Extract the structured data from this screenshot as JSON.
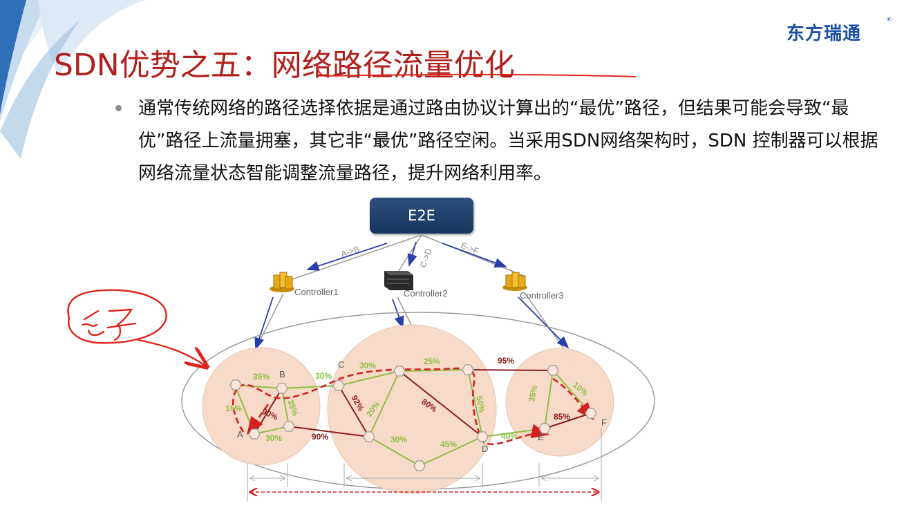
{
  "slide": {
    "title_prefix": "SDN优势之五：",
    "title_main": "网络路径流量优化",
    "bullet": "通常传统网络的路径选择依据是通过路由协议计算出的“最优”路径，但结果可能会导致“最优”路径上流量拥塞，其它非“最优”路径空闲。当采用SDN网络架构时，SDN 控制器可以根据网络流量状态智能调整流量路径，提升网络利用率。",
    "logo_text": "东方瑞通",
    "logo_reg": "®"
  },
  "diagram": {
    "e2e_label": "E2E",
    "arrow_labels": {
      "ab": "A->B",
      "cd": "C->D",
      "ef": "E->F"
    },
    "controllers": [
      "Controller1",
      "Controller2",
      "Controller3"
    ],
    "node_labels": {
      "A": "A",
      "B": "B",
      "C": "C",
      "D": "D",
      "E": "E",
      "F": "F"
    },
    "link_labels": {
      "l35_top": "35%",
      "l15": "15%",
      "l90_mid": "90%",
      "l35_right": "35%",
      "l30_bottom": "30%",
      "l30_ab_c": "30%",
      "l90_bottom": "90%",
      "l30_c": "30%",
      "l25": "25%",
      "l92": "92%",
      "l20": "20%",
      "l80": "80%",
      "l50": "50%",
      "l30_low": "30%",
      "l45": "45%",
      "l40": "40%",
      "l95": "95%",
      "l35_e": "35%",
      "l10": "10%",
      "l85": "85%"
    },
    "colors": {
      "green": "#8dbf45",
      "darkred": "#8a1c1c",
      "dash": "#d4201f",
      "arrow": "#2a3fa8"
    }
  },
  "annotation": {
    "handwritten": "长了"
  }
}
